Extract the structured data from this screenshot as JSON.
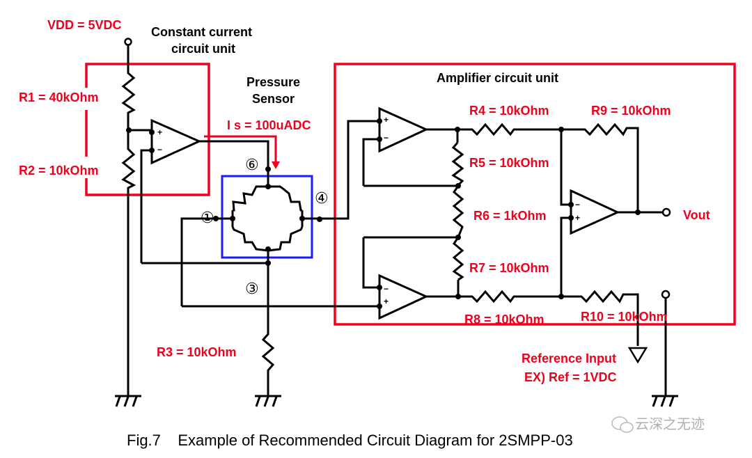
{
  "supply": {
    "label": "VDD = 5VDC"
  },
  "units": {
    "constant_current": {
      "title_line1": "Constant current",
      "title_line2": "circuit unit"
    },
    "pressure_sensor": {
      "title_line1": "Pressure",
      "title_line2": "Sensor"
    },
    "amplifier": {
      "title": "Amplifier circuit unit"
    }
  },
  "current_label": "I s = 100uADC",
  "resistors": {
    "r1": "R1 = 40kOhm",
    "r2": "R2 = 10kOhm",
    "r3": "R3 = 10kOhm",
    "r4": "R4 = 10kOhm",
    "r5": "R5 = 10kOhm",
    "r6": "R6 = 1kOhm",
    "r7": "R7 = 10kOhm",
    "r8": "R8 = 10kOhm",
    "r9": "R9 = 10kOhm",
    "r10": "R10 = 10kOhm"
  },
  "pins": {
    "p1": "①",
    "p3": "③",
    "p4": "④",
    "p6": "⑥"
  },
  "opamp_signs": {
    "plus": "+",
    "minus": "−"
  },
  "output": {
    "label": "Vout"
  },
  "reference": {
    "line1": "Reference Input",
    "line2": "EX) Ref = 1VDC"
  },
  "caption": "Fig.7    Example of Recommended Circuit Diagram for 2SMPP-03",
  "watermark": "云深之无迹",
  "colors": {
    "unit_box": "#f0001c",
    "sensor_box": "#1a1aff",
    "labels": "#f0001c",
    "wires": "#000000"
  }
}
